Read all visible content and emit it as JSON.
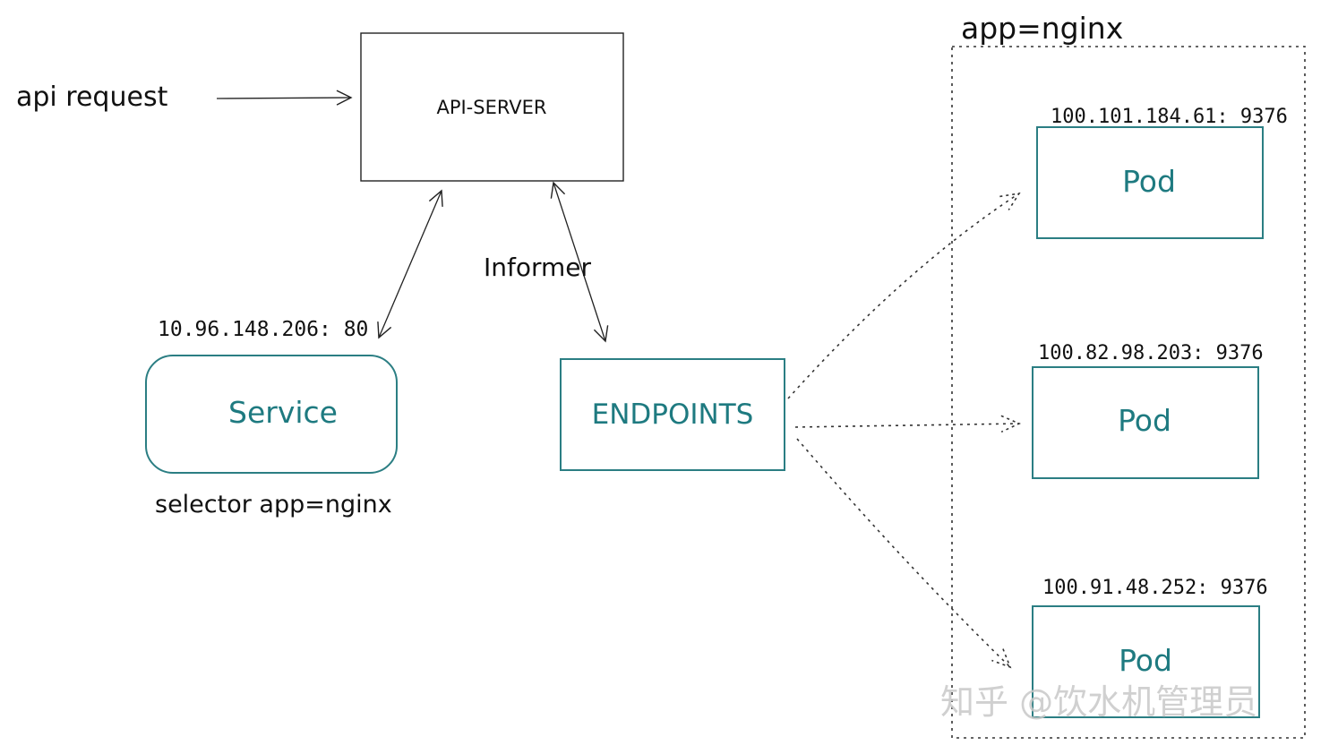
{
  "api_request_label": "api request",
  "api_server": {
    "label": "API-SERVER"
  },
  "informer_label": "Informer",
  "service": {
    "address": "10.96.148.206: 80",
    "label": "Service",
    "selector": "selector app=nginx"
  },
  "endpoints": {
    "label": "ENDPOINTS"
  },
  "pod_group": {
    "label": "app=nginx",
    "pods": [
      {
        "address": "100.101.184.61: 9376",
        "label": "Pod"
      },
      {
        "address": "100.82.98.203: 9376",
        "label": "Pod"
      },
      {
        "address": "100.91.48.252: 9376",
        "label": "Pod"
      }
    ]
  },
  "watermark": "知乎 @饮水机管理员",
  "colors": {
    "accent": "#1e7a80",
    "line": "#222222"
  }
}
